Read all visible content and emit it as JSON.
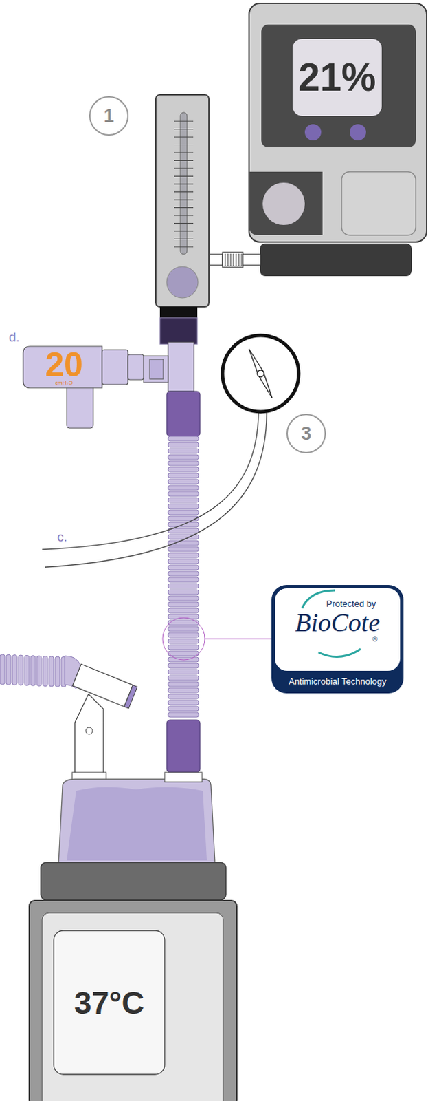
{
  "diagram": {
    "nodes": [
      {
        "text": [
          "21%"
        ]
      },
      {
        "text": [
          "1"
        ]
      },
      {
        "text": [
          "20",
          "cmH₂O"
        ]
      },
      {
        "text": [
          "3"
        ]
      },
      {
        "text": [
          "Protected by",
          "BioCote",
          "®",
          "Antimicrobial Technology"
        ]
      },
      {
        "text": [
          "37°C"
        ]
      }
    ],
    "labels": [
      "d.",
      "c."
    ]
  }
}
